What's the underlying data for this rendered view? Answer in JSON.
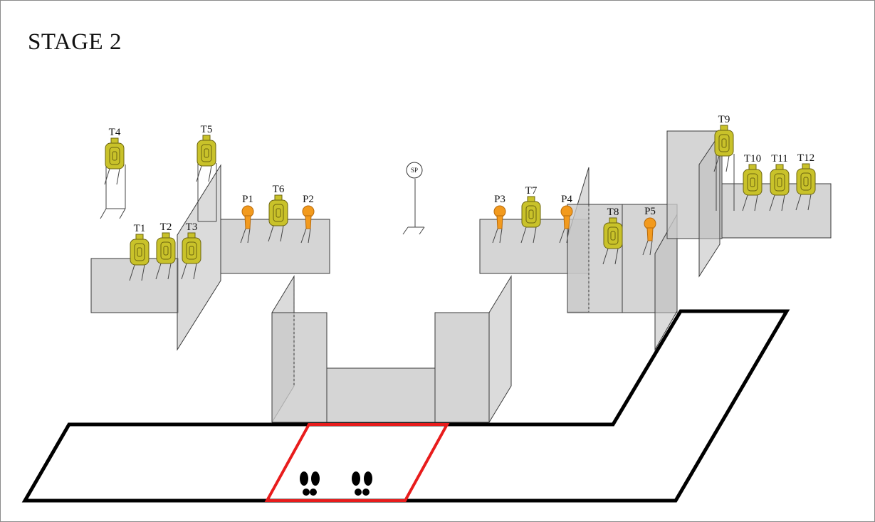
{
  "title": "STAGE 2",
  "shooting_position_label": "SP",
  "targets": [
    "T1",
    "T2",
    "T3",
    "T4",
    "T5",
    "T6",
    "T7",
    "T8",
    "T9",
    "T10",
    "T11",
    "T12"
  ],
  "poppers": [
    "P1",
    "P2",
    "P3",
    "P4",
    "P5"
  ],
  "colors": {
    "target_fill": "#c9c22a",
    "target_stroke": "#6b6410",
    "popper_fill": "#f29a1e",
    "fault_line": "#000000",
    "shooting_box": "#e81c1c",
    "wall": "#c9c9c9"
  }
}
